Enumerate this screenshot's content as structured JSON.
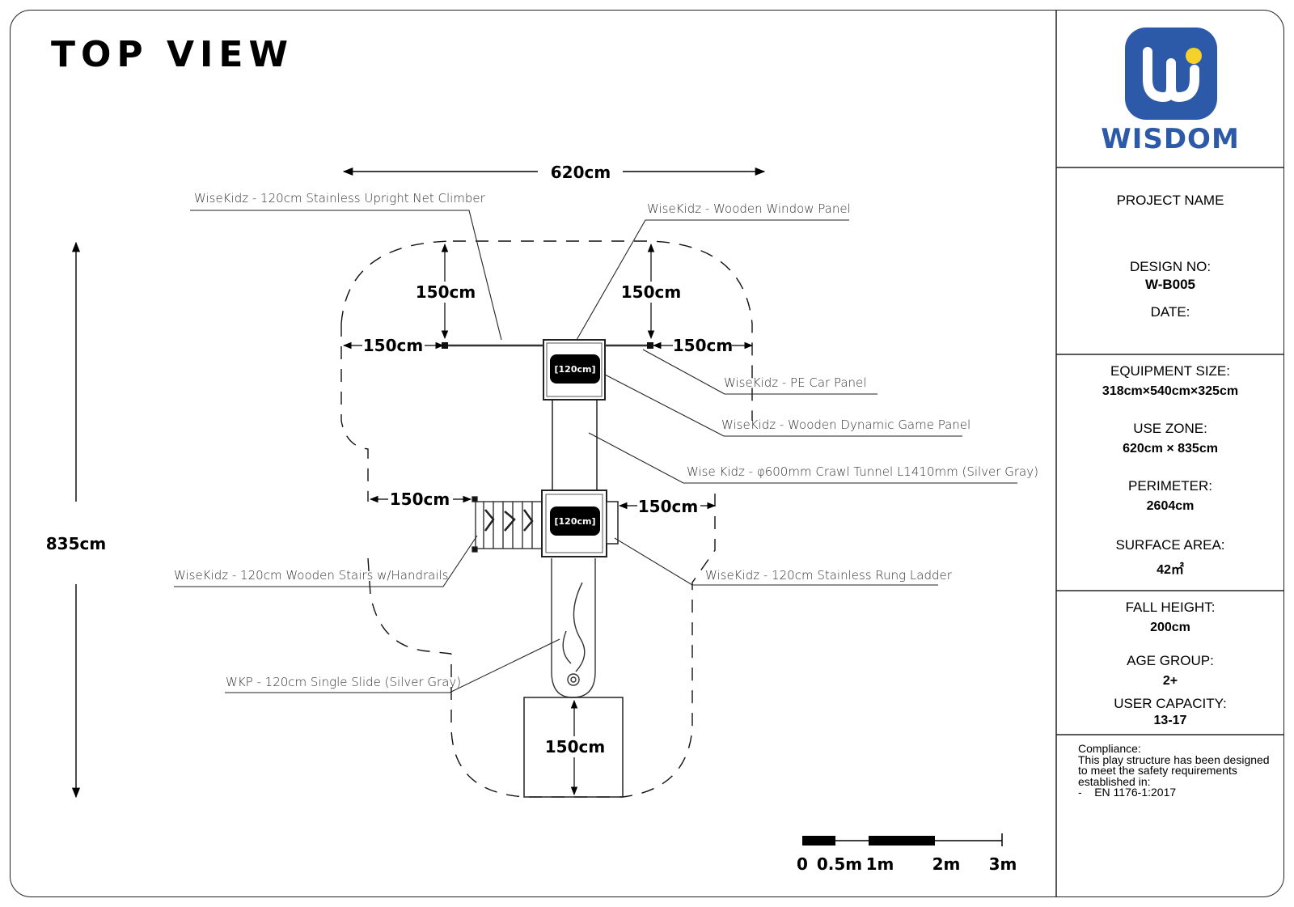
{
  "title": "TOP VIEW",
  "brand": {
    "name": "WISDOM",
    "color": "#2d5aa8",
    "accent": "#f4d22b"
  },
  "dimensions": {
    "width": "620cm",
    "height": "835cm",
    "clearance": [
      "150cm",
      "150cm",
      "150cm",
      "150cm",
      "150cm",
      "150cm",
      "150cm"
    ]
  },
  "platforms": [
    "[120cm]",
    "[120cm]"
  ],
  "callouts": [
    "WiseKidz - 120cm Stainless Upright Net Climber",
    "WiseKidz - Wooden Window Panel",
    "WiseKidz - PE Car Panel",
    "WiseKidz - Wooden Dynamic Game Panel",
    "Wise Kidz - φ600mm Crawl Tunnel L1410mm (Silver Gray)",
    "WiseKidz - 120cm Wooden Stairs w/Handrails",
    "WiseKidz - 120cm Stainless Rung Ladder",
    "WKP - 120cm Single Slide (Silver Gray)"
  ],
  "scale_bar": {
    "labels": [
      "0",
      "0.5m",
      "1m",
      "2m",
      "3m"
    ]
  },
  "info": {
    "project_name_label": "PROJECT NAME",
    "design_no_label": "DESIGN NO:",
    "design_no": "W-B005",
    "date_label": "DATE:",
    "equipment_size_label": "EQUIPMENT SIZE:",
    "equipment_size": "318cm×540cm×325cm",
    "use_zone_label": "USE ZONE:",
    "use_zone": "620cm × 835cm",
    "perimeter_label": "PERIMETER:",
    "perimeter": "2604cm",
    "surface_area_label": "SURFACE AREA:",
    "surface_area": "42㎡",
    "fall_height_label": "FALL HEIGHT:",
    "fall_height": "200cm",
    "age_group_label": "AGE GROUP:",
    "age_group": "2+",
    "user_capacity_label": "USER CAPACITY:",
    "user_capacity": "13-17",
    "compliance": "Compliance:\nThis play structure has been designed\nto meet the safety requirements\nestablished in:\n-    EN 1176-1:2017"
  }
}
